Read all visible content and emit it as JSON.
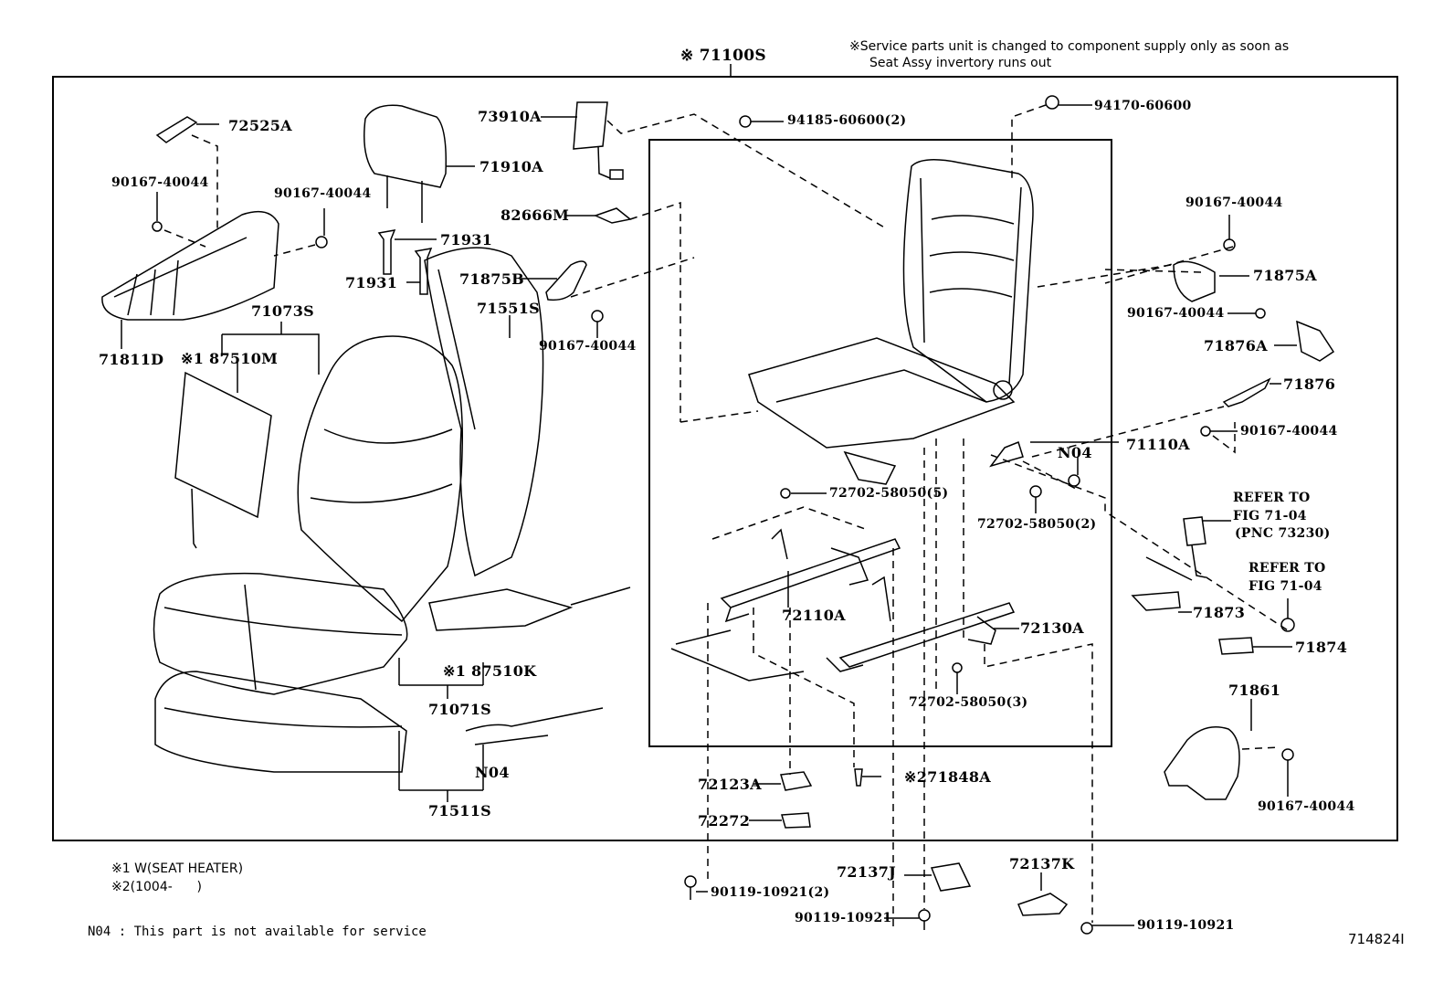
{
  "diagram": {
    "assembly_label": "※ 71100S",
    "service_note_line1": "※Service parts unit is changed to component supply only as soon as",
    "service_note_line2": "Seat Assy invertory runs out",
    "figure_id": "714824I"
  },
  "legend": {
    "note1": "※1 W(SEAT HEATER)",
    "note2": "※2(1004-      )",
    "n04_note": "N04 : This part is not available for service"
  },
  "parts": {
    "p72525A": "72525A",
    "p90167_a": "90167-40044",
    "p90167_b": "90167-40044",
    "p71811D": "71811D",
    "p71910A": "71910A",
    "p71931_a": "71931",
    "p71931_b": "71931",
    "p73910A": "73910A",
    "p94185": "94185-60600(2)",
    "p94170": "94170-60600",
    "p82666M": "82666M",
    "p71875B": "71875B",
    "p90167_c": "90167-40044",
    "p71073S": "71073S",
    "p87510M": "※1 87510M",
    "p71551S": "71551S",
    "p87510K": "※1 87510K",
    "p71071S": "71071S",
    "pN04_a": "N04",
    "p71511S": "71511S",
    "p90167_d": "90167-40044",
    "p71875A": "71875A",
    "p90167_e": "90167-40044",
    "p71876A": "71876A",
    "p71876": "71876",
    "p90167_f": "90167-40044",
    "p71110A": "71110A",
    "pN04_b": "N04",
    "p72702_5": "72702-58050(5)",
    "p72702_2": "72702-58050(2)",
    "p72702_3": "72702-58050(3)",
    "p72110A": "72110A",
    "p72130A": "72130A",
    "refer1_l1": "REFER TO",
    "refer1_l2": "FIG 71-04",
    "refer1_l3": "(PNC 73230)",
    "refer2_l1": "REFER TO",
    "refer2_l2": "FIG 71-04",
    "p71873": "71873",
    "p71874": "71874",
    "p71861": "71861",
    "p90167_g": "90167-40044",
    "p72123A": "72123A",
    "p72272": "72272",
    "p71848A": "※271848A",
    "p72137J": "72137J",
    "p72137K": "72137K",
    "p90119_2": "90119-10921(2)",
    "p90119_a": "90119-10921",
    "p90119_b": "90119-10921"
  }
}
